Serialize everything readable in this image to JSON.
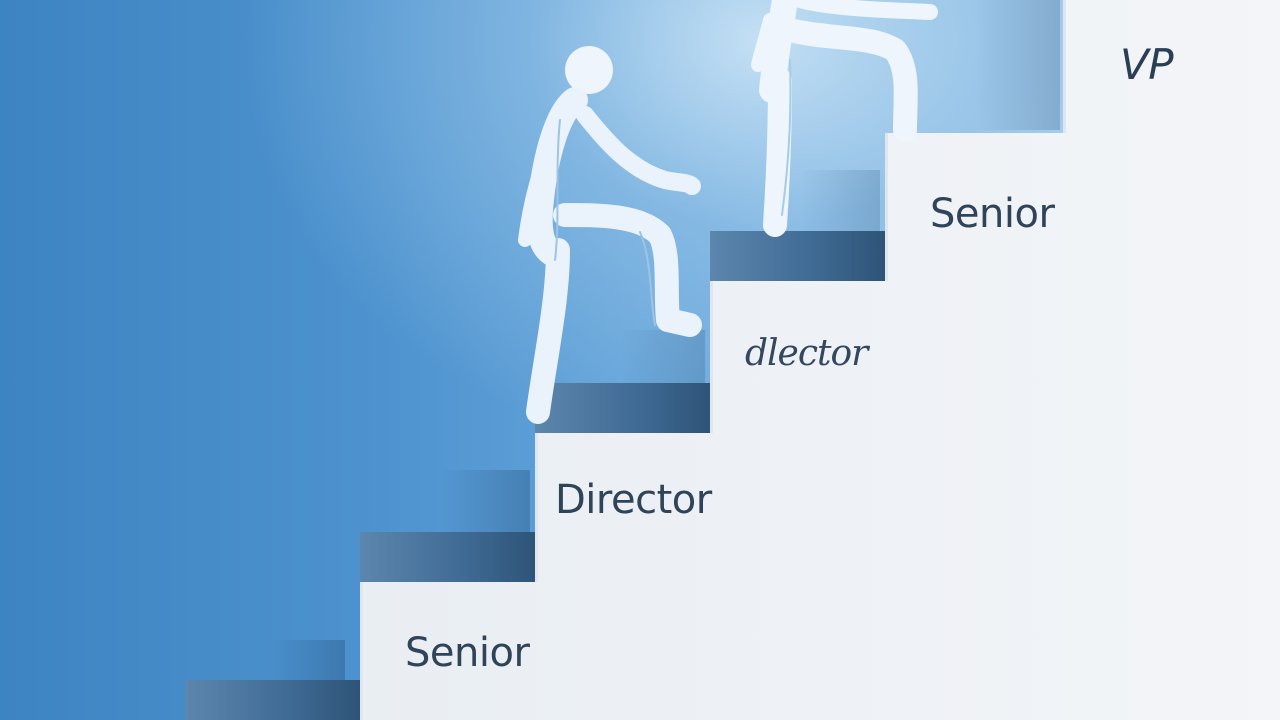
{
  "scene": {
    "description_free": true,
    "colors": {
      "background_blue": "#3d84c2",
      "background_light": "#d7e8f6",
      "step_face": "#eef2f6",
      "step_tread": "#47739b",
      "figure": "#e6f1fb",
      "text": "#2f4458"
    }
  },
  "steps": [
    {
      "label": "Senior"
    },
    {
      "label": "Director"
    },
    {
      "label": "dlector"
    },
    {
      "label": "Senior"
    },
    {
      "label": "VP"
    }
  ]
}
